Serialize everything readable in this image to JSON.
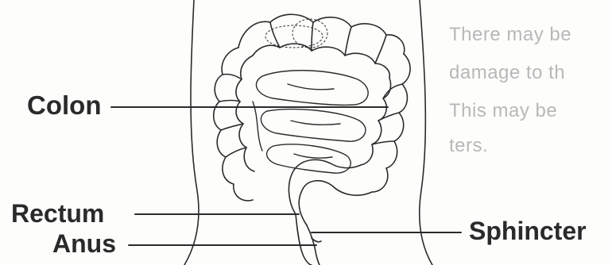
{
  "labels": {
    "colon": "Colon",
    "rectum": "Rectum",
    "anus": "Anus",
    "sphincter": "Sphincter"
  },
  "background_text": [
    "There may be",
    "damage to th",
    "This may be",
    "ters."
  ]
}
